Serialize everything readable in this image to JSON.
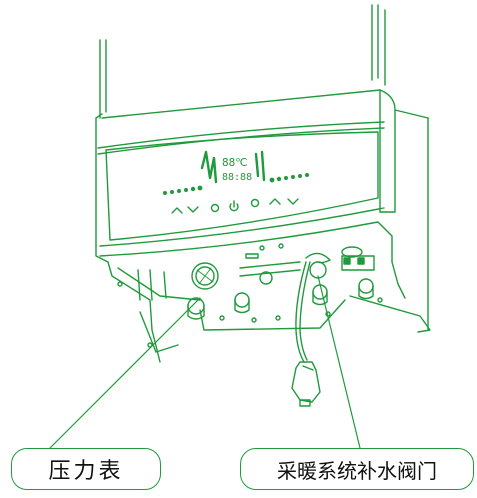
{
  "colors": {
    "line": "#1f9a3c",
    "background": "#ffffff",
    "text": "#111111"
  },
  "display": {
    "temperature": "88℃",
    "time": "88:88"
  },
  "labels": {
    "pressure_gauge": "压力表",
    "refill_valve": "采暖系统补水阀门"
  },
  "icons": [
    "power-icon",
    "mode-icon",
    "menu-icon",
    "up-arrow-icon",
    "down-arrow-icon"
  ]
}
